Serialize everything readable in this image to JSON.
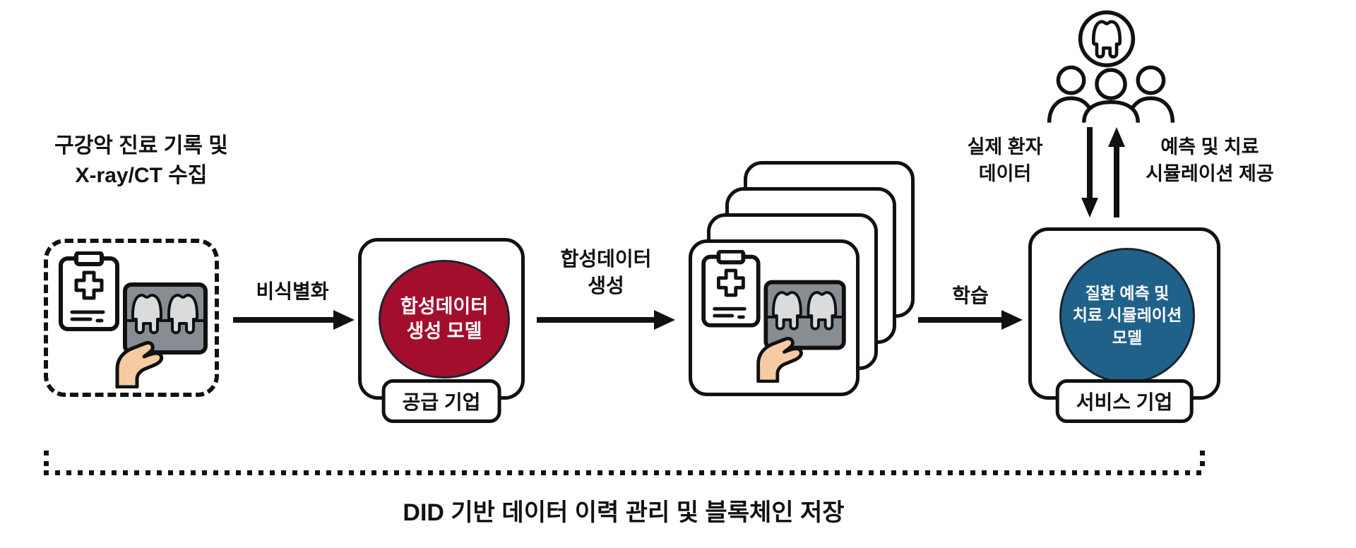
{
  "colors": {
    "background": "#ffffff",
    "ink": "#111111",
    "supplier_circle": "#A40E2D",
    "service_circle": "#20618A",
    "xray_panel": "#878D93",
    "tooth_fill": "#D9DBDD",
    "hand_fill": "#F6CBA2"
  },
  "source": {
    "title_line1": "구강악 진료 기록 및",
    "title_line2": "X-ray/CT 수집"
  },
  "flow": {
    "step1_label": "비식별화",
    "step2_label_line1": "합성데이터",
    "step2_label_line2": "생성",
    "step3_label": "학습"
  },
  "supplier": {
    "circle_line1": "합성데이터",
    "circle_line2": "생성 모델",
    "badge": "공급 기업"
  },
  "service": {
    "circle_line1": "질환 예측 및",
    "circle_line2": "치료 시뮬레이션",
    "circle_line3": "모델",
    "badge": "서비스 기업"
  },
  "patients": {
    "input_label_line1": "실제 환자",
    "input_label_line2": "데이터",
    "output_label_line1": "예측 및 치료",
    "output_label_line2": "시뮬레이션 제공"
  },
  "footer": {
    "label": "DID 기반 데이터 이력 관리 및 블록체인 저장"
  }
}
